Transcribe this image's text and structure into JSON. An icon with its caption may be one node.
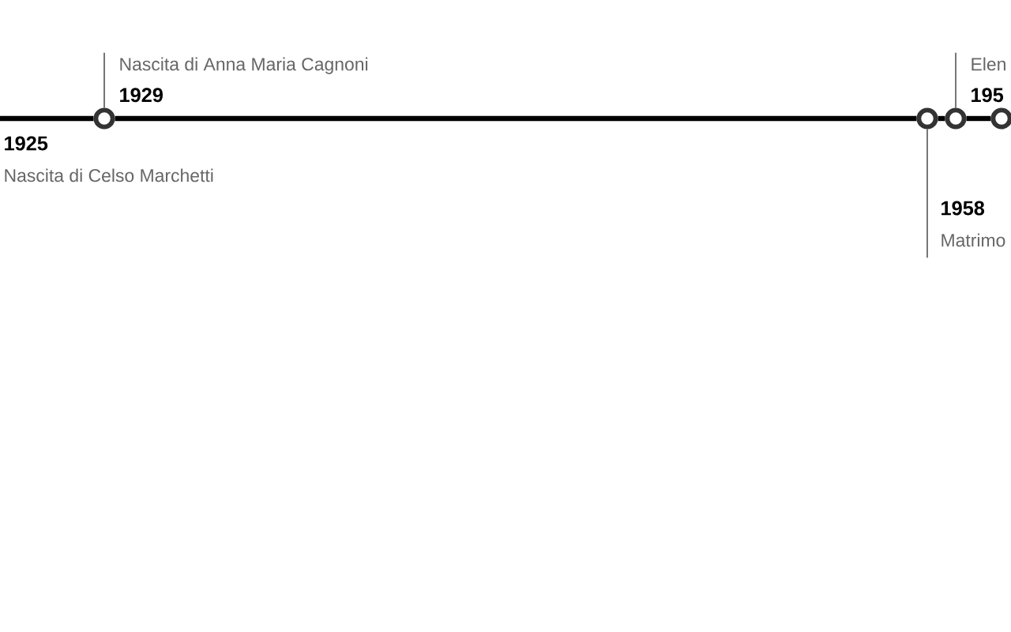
{
  "diagram": {
    "nodes": [
      {
        "text": [
          "1925",
          "Nascita di Celso Marchetti"
        ]
      },
      {
        "text": [
          "Nascita di Anna Maria Cagnoni",
          "1929"
        ]
      },
      {
        "text": [],
        "shape": "circle"
      },
      {
        "text": [],
        "shape": "circle"
      },
      {
        "text": [],
        "shape": "circle"
      },
      {
        "text": [],
        "shape": "circle"
      },
      {
        "text": [
          "1958",
          "Matrimo"
        ]
      },
      {
        "text": [
          "Elen",
          "195"
        ]
      }
    ],
    "edges": [
      {
        "from": 0,
        "to": 2,
        "arrow": "none"
      },
      {
        "from": 2,
        "to": 3,
        "arrow": "none"
      },
      {
        "from": 3,
        "to": 4,
        "arrow": "none"
      },
      {
        "from": 4,
        "to": 5,
        "arrow": "none"
      },
      {
        "from": 1,
        "to": 2,
        "arrow": "none",
        "color": "#555555"
      },
      {
        "from": 6,
        "to": 3,
        "arrow": "none",
        "color": "#555555"
      },
      {
        "from": 7,
        "to": 4,
        "arrow": "none",
        "color": "#555555"
      }
    ]
  }
}
